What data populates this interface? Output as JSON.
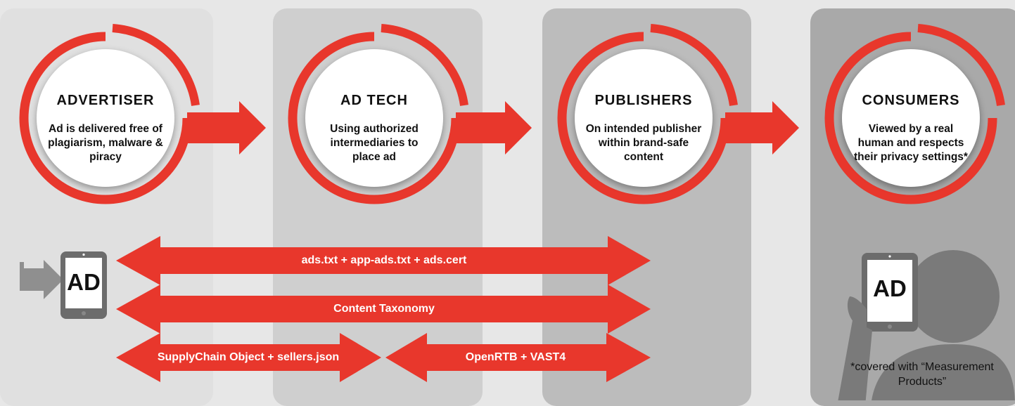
{
  "stages": [
    {
      "title": "ADVERTISER",
      "desc": "Ad is delivered free of plagiarism, malware & piracy"
    },
    {
      "title": "AD TECH",
      "desc": "Using authorized intermediaries to place ad"
    },
    {
      "title": "PUBLISHERS",
      "desc": "On intended publisher within brand-safe content"
    },
    {
      "title": "CONSUMERS",
      "desc": "Viewed by a real human and respects their privacy settings*"
    }
  ],
  "bars": {
    "ads_txt": "ads.txt + app-ads.txt + ads.cert",
    "content_taxonomy": "Content Taxonomy",
    "supply_chain": "SupplyChain Object + sellers.json",
    "openrtb": "OpenRTB + VAST4"
  },
  "tablet_ad_label": "AD",
  "consumer_ad_label": "AD",
  "footnote": "*covered with “Measurement Products”",
  "colors": {
    "accent_red": "#e8372c",
    "panel_light": "#e0e0e0",
    "panel_mid": "#cfcfcf",
    "panel_dark": "#bcbcbc",
    "panel_darkest": "#a9a9a9"
  }
}
